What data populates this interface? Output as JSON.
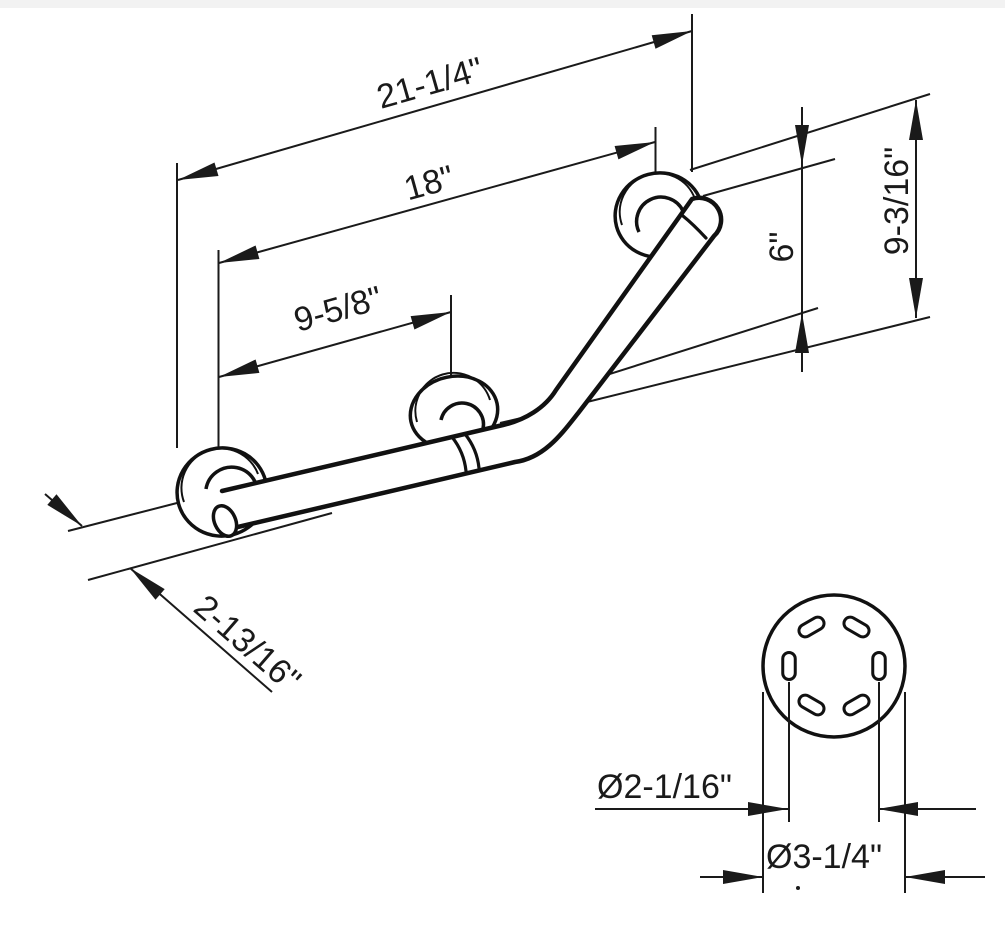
{
  "page": {
    "type": "technical-drawing",
    "background": "#ffffff",
    "line_color": "#1a1a1a"
  },
  "main_view": {
    "description": "isometric view of angled grab bar with three wall flanges",
    "dimensions": {
      "overall_length": "21-1/4\"",
      "mount_center_length": "18\"",
      "lower_center_span": "9-5/8\"",
      "rise": "6\"",
      "overall_height": "9-3/16\"",
      "flange_depth": "2-13/16\""
    }
  },
  "detail_view": {
    "description": "front view of mounting flange with six screw slots",
    "dimensions": {
      "bolt_circle_diameter": "Ø2-1/16\"",
      "flange_outer_diameter": "Ø3-1/4\""
    }
  }
}
